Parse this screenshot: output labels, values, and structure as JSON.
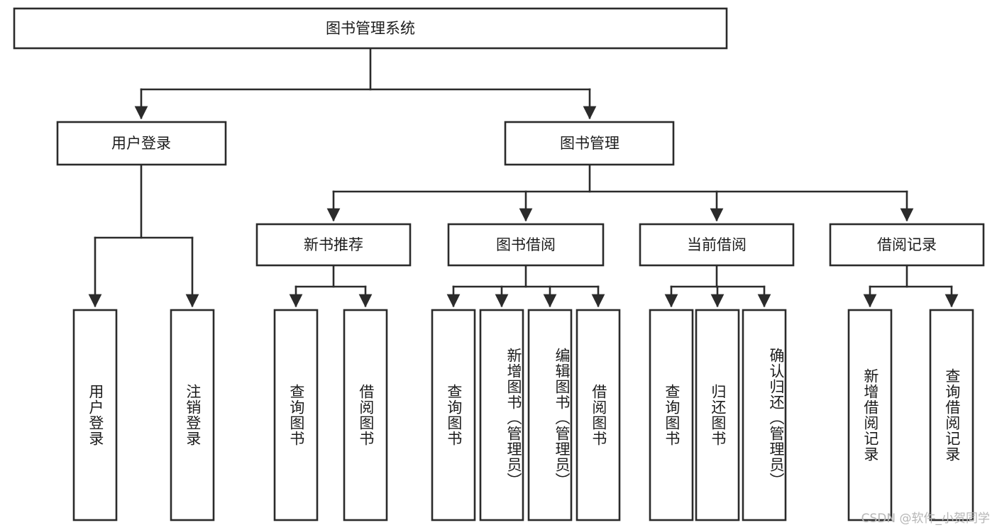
{
  "diagram": {
    "title": "图书管理系统",
    "watermark": "CSDN @软件_小贺同学",
    "root": {
      "label": "图书管理系统"
    },
    "level1": [
      {
        "id": "user-login",
        "label": "用户登录"
      },
      {
        "id": "book-management",
        "label": "图书管理"
      }
    ],
    "level2": [
      {
        "id": "new-book-recommend",
        "label": "新书推荐",
        "parent": "book-management"
      },
      {
        "id": "book-borrow",
        "label": "图书借阅",
        "parent": "book-management"
      },
      {
        "id": "current-borrow",
        "label": "当前借阅",
        "parent": "book-management"
      },
      {
        "id": "borrow-record",
        "label": "借阅记录",
        "parent": "book-management"
      }
    ],
    "leaves": [
      {
        "id": "leaf-user-login",
        "label": "用户登录",
        "parent": "user-login"
      },
      {
        "id": "leaf-logout-login",
        "label": "注销登录",
        "parent": "user-login"
      },
      {
        "id": "leaf-query-book-1",
        "label": "查询图书",
        "parent": "new-book-recommend"
      },
      {
        "id": "leaf-borrow-book-1",
        "label": "借阅图书",
        "parent": "new-book-recommend"
      },
      {
        "id": "leaf-query-book-2",
        "label": "查询图书",
        "parent": "book-borrow"
      },
      {
        "id": "leaf-add-book",
        "label": "新增图书（管理员）",
        "parent": "book-borrow"
      },
      {
        "id": "leaf-edit-book",
        "label": "编辑图书（管理员）",
        "parent": "book-borrow"
      },
      {
        "id": "leaf-borrow-book-2",
        "label": "借阅图书",
        "parent": "book-borrow"
      },
      {
        "id": "leaf-query-book-3",
        "label": "查询图书",
        "parent": "current-borrow"
      },
      {
        "id": "leaf-return-book",
        "label": "归还图书",
        "parent": "current-borrow"
      },
      {
        "id": "leaf-confirm-return",
        "label": "确认归还（管理员）",
        "parent": "current-borrow"
      },
      {
        "id": "leaf-add-borrow-record",
        "label": "新增借阅记录",
        "parent": "borrow-record"
      },
      {
        "id": "leaf-query-borrow-record",
        "label": "查询借阅记录",
        "parent": "borrow-record"
      }
    ],
    "colors": {
      "stroke": "#2b2b2b",
      "fill": "#ffffff",
      "text": "#1c1c1c",
      "watermark": "#b6b6b6"
    }
  }
}
